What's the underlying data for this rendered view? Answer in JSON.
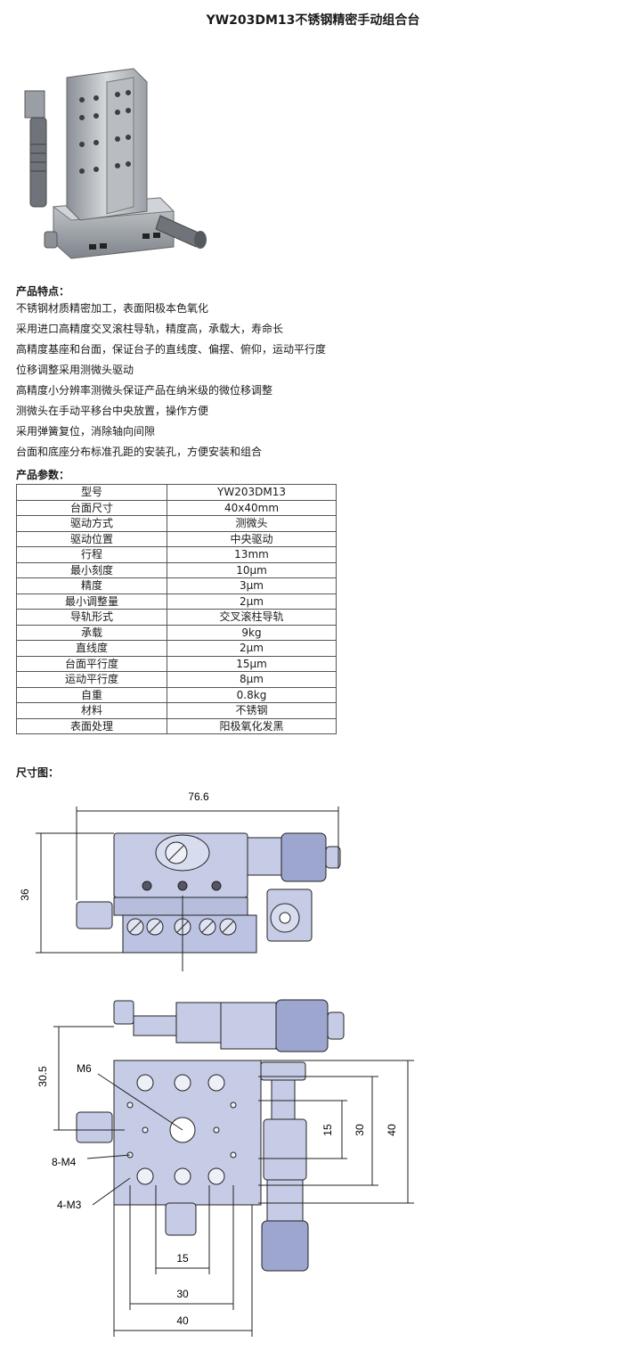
{
  "title": "YW203DM13不锈钢精密手动组合台",
  "features_heading": "产品特点：",
  "features": [
    "不锈钢材质精密加工，表面阳极本色氧化",
    "采用进口高精度交叉滚柱导轨，精度高，承载大，寿命长",
    "高精度基座和台面，保证台子的直线度、偏摆、俯仰，运动平行度",
    "位移调整采用测微头驱动",
    "高精度小分辨率测微头保证产品在纳米级的微位移调整",
    "测微头在手动平移台中央放置，操作方便",
    "采用弹簧复位，消除轴向间隙",
    "台面和底座分布标准孔距的安装孔，方便安装和组合"
  ],
  "params_heading": "产品参数：",
  "params": [
    {
      "k": "型号",
      "v": "YW203DM13"
    },
    {
      "k": "台面尺寸",
      "v": "40x40mm"
    },
    {
      "k": "驱动方式",
      "v": "测微头"
    },
    {
      "k": "驱动位置",
      "v": "中央驱动"
    },
    {
      "k": "行程",
      "v": "13mm"
    },
    {
      "k": "最小刻度",
      "v": "10μm"
    },
    {
      "k": "精度",
      "v": "3μm"
    },
    {
      "k": "最小调整量",
      "v": "2μm"
    },
    {
      "k": "导轨形式",
      "v": "交叉滚柱导轨"
    },
    {
      "k": "承载",
      "v": "9kg"
    },
    {
      "k": "直线度",
      "v": "2μm"
    },
    {
      "k": "台面平行度",
      "v": "15μm"
    },
    {
      "k": "运动平行度",
      "v": "8μm"
    },
    {
      "k": "自重",
      "v": "0.8kg"
    },
    {
      "k": "材料",
      "v": "不锈钢"
    },
    {
      "k": "表面处理",
      "v": "阳极氧化发黑"
    }
  ],
  "drawing_heading": "尺寸图：",
  "drawing_labels": {
    "top_width": "76.6",
    "top_height": "36",
    "left_height": "30.5",
    "hole_m6": "M6",
    "hole_8m4": "8-M4",
    "hole_4m3": "4-M3",
    "right_15": "15",
    "right_30": "30",
    "right_40": "40",
    "bottom_15": "15",
    "bottom_30": "30",
    "bottom_40": "40"
  }
}
